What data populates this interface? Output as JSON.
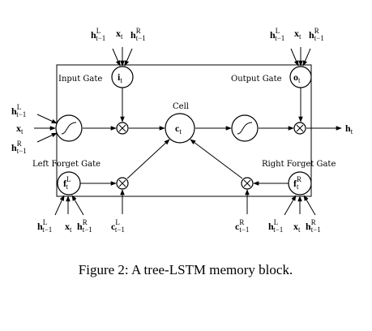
{
  "gates": {
    "input": "Input Gate",
    "output": "Output Gate",
    "cell": "Cell",
    "left_forget": "Left Forget Gate",
    "right_forget": "Right Forget Gate"
  },
  "nodes": {
    "input_gate": {
      "main": "i",
      "sub": "t",
      "sup": ""
    },
    "output_gate": {
      "main": "o",
      "sub": "t",
      "sup": ""
    },
    "cell": {
      "main": "c",
      "sub": "t",
      "sup": ""
    },
    "left_forget": {
      "main": "f",
      "sub": "t",
      "sup": "L"
    },
    "right_forget": {
      "main": "f",
      "sub": "t",
      "sup": "R"
    }
  },
  "inputs": {
    "top_left": [
      {
        "main": "h",
        "sup": "L",
        "sub": "t−1"
      },
      {
        "main": "x",
        "sup": "",
        "sub": "t"
      },
      {
        "main": "h",
        "sup": "R",
        "sub": "t−1"
      }
    ],
    "top_right": [
      {
        "main": "h",
        "sup": "L",
        "sub": "t−1"
      },
      {
        "main": "x",
        "sup": "",
        "sub": "t"
      },
      {
        "main": "h",
        "sup": "R",
        "sub": "t−1"
      }
    ],
    "left_side": [
      {
        "main": "h",
        "sup": "L",
        "sub": "t−1"
      },
      {
        "main": "x",
        "sup": "",
        "sub": "t"
      },
      {
        "main": "h",
        "sup": "R",
        "sub": "t−1"
      }
    ],
    "bottom_left": [
      {
        "main": "h",
        "sup": "L",
        "sub": "t−1"
      },
      {
        "main": "x",
        "sup": "",
        "sub": "t"
      },
      {
        "main": "h",
        "sup": "R",
        "sub": "t−1"
      },
      {
        "main": "c",
        "sup": "L",
        "sub": "t−1"
      }
    ],
    "bottom_right": [
      {
        "main": "c",
        "sup": "R",
        "sub": "t−1"
      },
      {
        "main": "h",
        "sup": "L",
        "sub": "t−1"
      },
      {
        "main": "x",
        "sup": "",
        "sub": "t"
      },
      {
        "main": "h",
        "sup": "R",
        "sub": "t−1"
      }
    ]
  },
  "output": {
    "main": "h",
    "sup": "",
    "sub": "t"
  },
  "caption": "Figure 2: A tree-LSTM memory block."
}
